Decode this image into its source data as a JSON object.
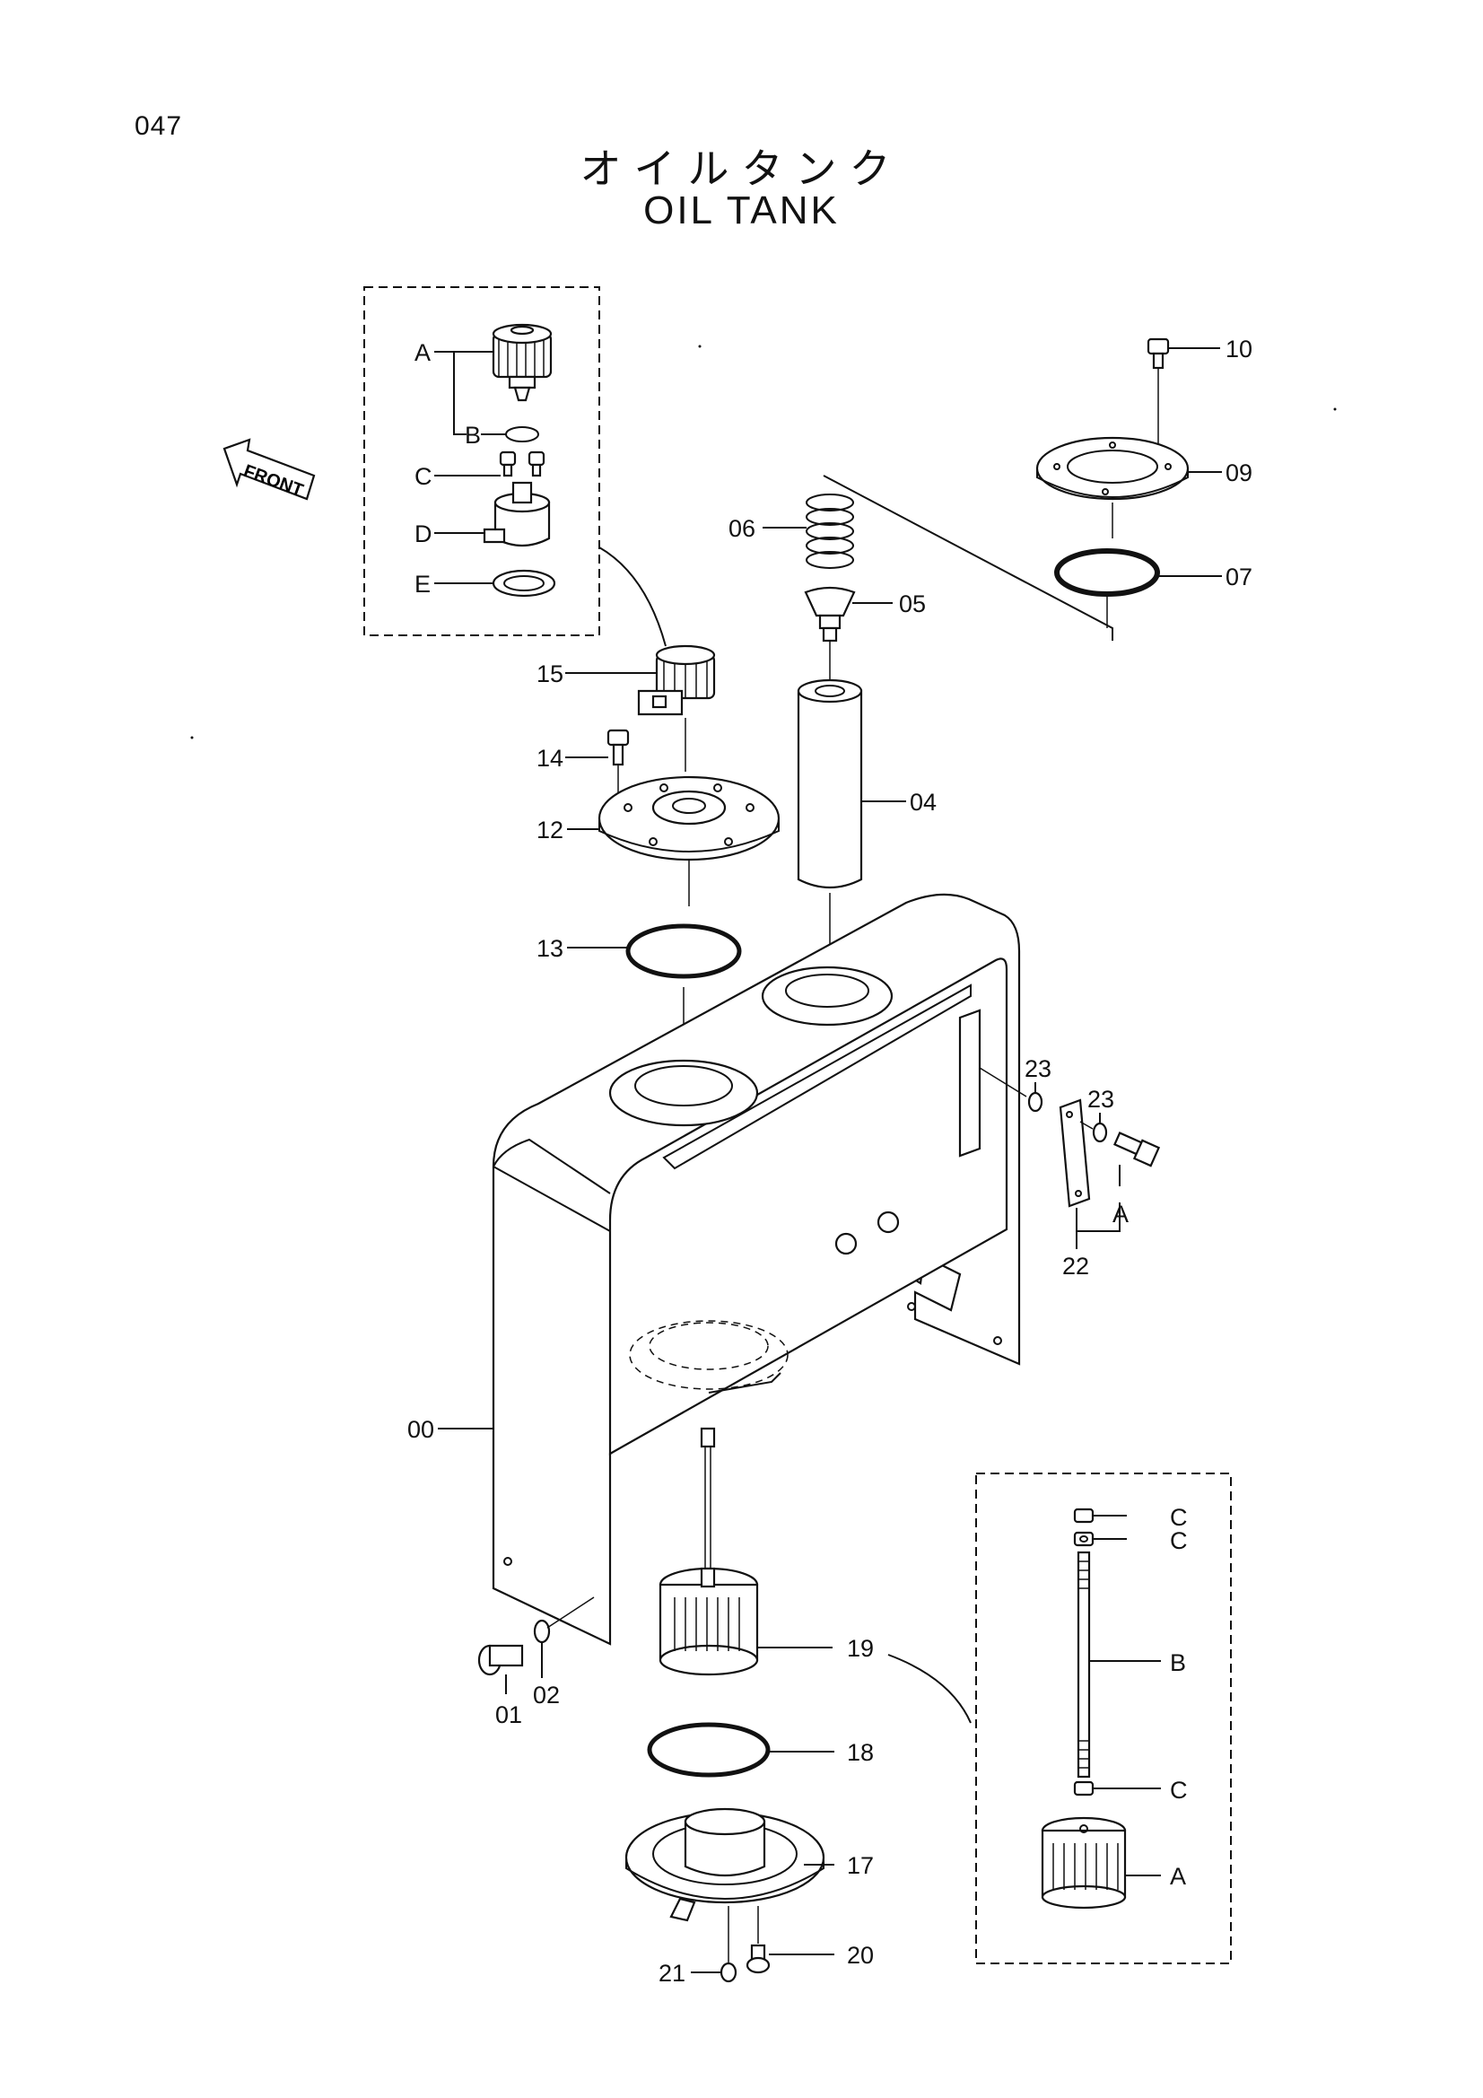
{
  "page": {
    "number": "047",
    "title_jp": "オイルタンク",
    "title_en": "OIL TANK"
  },
  "front_arrow": {
    "label": "FRONT"
  },
  "callouts": {
    "c00": "00",
    "c01": "01",
    "c02": "02",
    "c04": "04",
    "c05": "05",
    "c06": "06",
    "c07": "07",
    "c09": "09",
    "c10": "10",
    "c12": "12",
    "c13": "13",
    "c14": "14",
    "c15": "15",
    "c17": "17",
    "c18": "18",
    "c19": "19",
    "c20": "20",
    "c21": "21",
    "c22": "22",
    "c23a": "23",
    "c23b": "23",
    "cA_bracket": "A"
  },
  "inset_top": {
    "A": "A",
    "B": "B",
    "C": "C",
    "D": "D",
    "E": "E"
  },
  "inset_bottom": {
    "C1": "C",
    "C2": "C",
    "B": "B",
    "C3": "C",
    "A": "A"
  }
}
